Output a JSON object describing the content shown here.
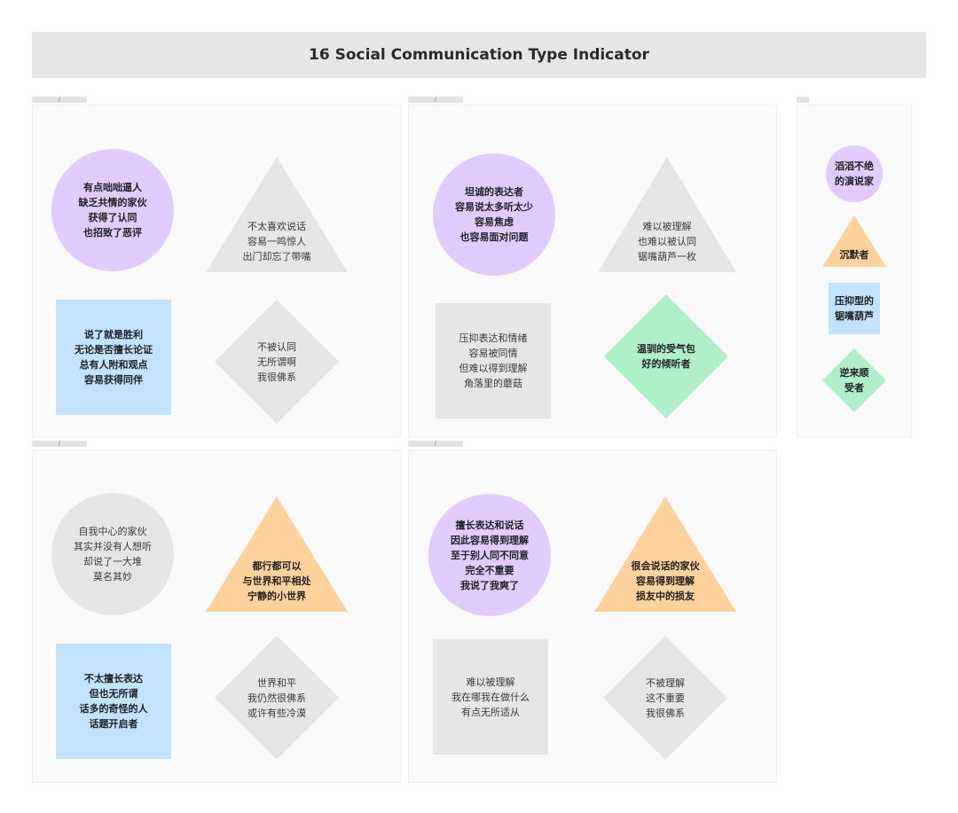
{
  "title": "16 Social Communication Type Indicator",
  "tab_glyph": "/",
  "colors": {
    "purple": "#e2ccff",
    "gray": "#e6e6e6",
    "blue": "#c2e2fd",
    "orange": "#fdd29c",
    "green": "#aff0c9"
  },
  "quadrants": [
    {
      "circle": "有点咄咄逼人\n缺乏共情的家伙\n获得了认同\n也招致了恶评",
      "triangle": "不太喜欢说话\n容易一鸣惊人\n出门却忘了带嘴",
      "square": "说了就是胜利\n无论是否擅长论证\n总有人附和观点\n容易获得同伴",
      "diamond": "不被认同\n无所谓啊\n我很佛系"
    },
    {
      "circle": "坦诚的表达者\n容易说太多听太少\n容易焦虑\n也容易面对问题",
      "triangle": "难以被理解\n也难以被认同\n锯嘴葫芦一枚",
      "square": "压抑表达和情绪\n容易被同情\n但难以得到理解\n角落里的蘑菇",
      "diamond": "温驯的受气包\n好的倾听者"
    },
    {
      "circle": "自我中心的家伙\n其实并没有人想听\n却说了一大堆\n莫名其妙",
      "triangle": "都行都可以\n与世界和平相处\n宁静的小世界",
      "square": "不太擅长表达\n但也无所谓\n话多的奇怪的人\n话题开启者",
      "diamond": "世界和平\n我仍然很佛系\n或许有些冷漠"
    },
    {
      "circle": "擅长表达和说话\n因此容易得到理解\n至于别人同不同意\n完全不重要\n我说了我爽了",
      "triangle": "很会说话的家伙\n容易得到理解\n损友中的损友",
      "square": "难以被理解\n我在哪我在做什么\n有点无所适从",
      "diamond": "不被理解\n这不重要\n我很佛系"
    }
  ],
  "legend": {
    "circle": "滔滔不绝\n的演说家",
    "triangle": "沉默者",
    "square": "压抑型的\n锯嘴葫芦",
    "diamond": "逆来顺\n受者"
  }
}
